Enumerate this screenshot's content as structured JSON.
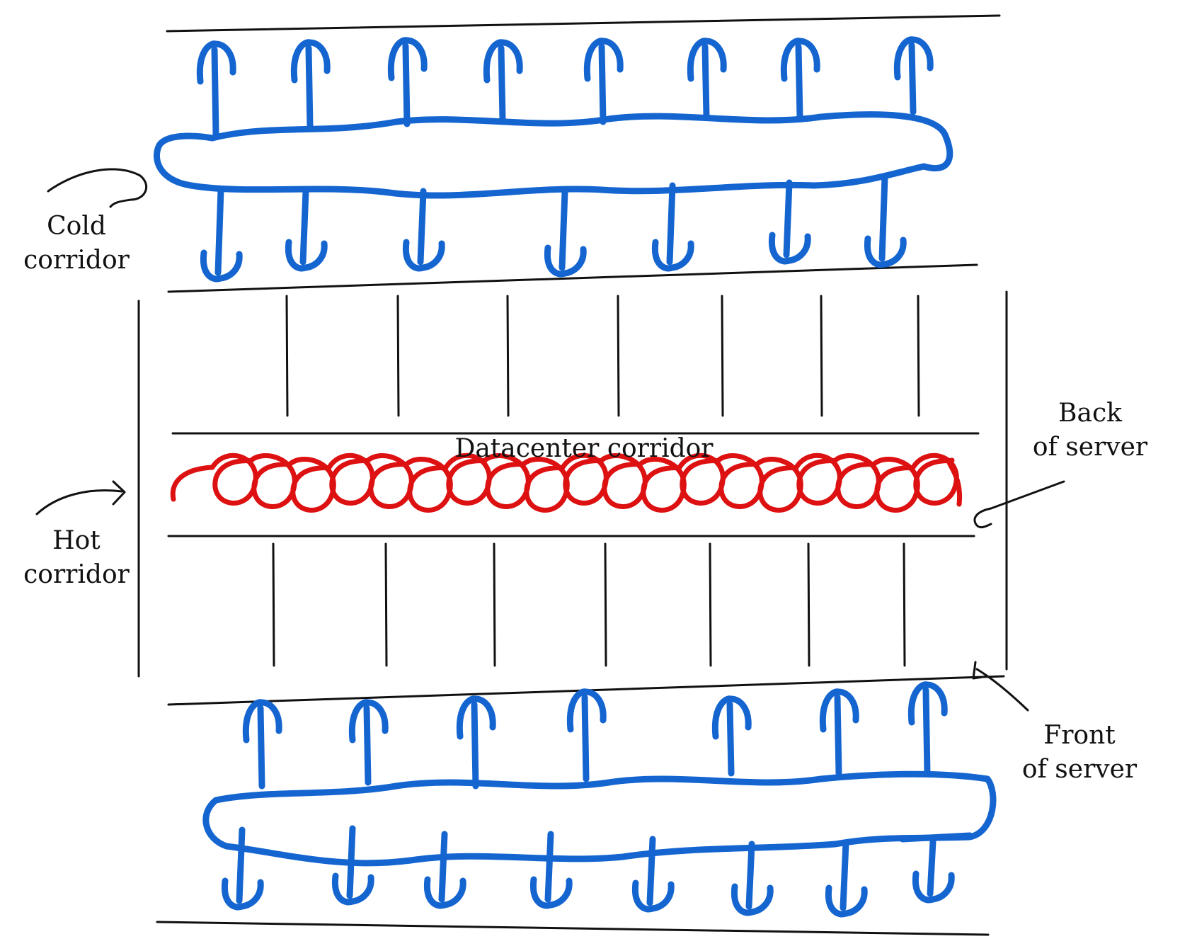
{
  "labels": {
    "cold_line1": "Cold",
    "cold_line2": "corridor",
    "hot_line1": "Hot",
    "hot_line2": "corridor",
    "datacenter": "Datacenter corridor",
    "back_line1": "Back",
    "back_line2": "of server",
    "front_line1": "Front",
    "front_line2": "of server"
  },
  "colors": {
    "cold_air": "#1565d0",
    "hot_air": "#dd1111",
    "ink": "#111111",
    "background": "#ffffff"
  }
}
